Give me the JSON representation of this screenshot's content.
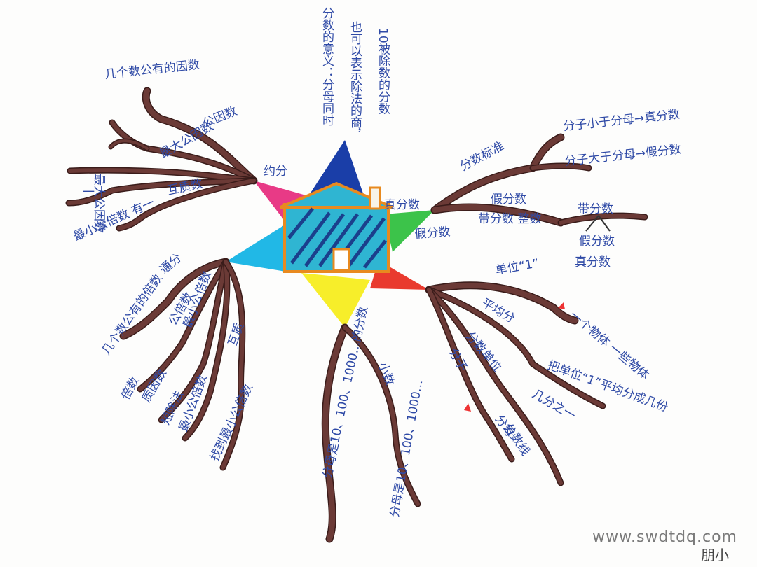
{
  "title_notes": [
    "分数的意义：分母同时",
    "也可以表示除法的商，",
    "10被除数的分数"
  ],
  "branches": {
    "yuefen": {
      "label": "约分",
      "leaves": [
        "几个数公有的因数",
        "公因数",
        "最大公因数",
        "互质数",
        "最大公因数",
        "最小公倍数 有一",
        "一"
      ]
    },
    "zhenfenshu": {
      "label": "真分数",
      "sub": "分数标准",
      "leaves": [
        "分子小于分母→真分数",
        "分子大于分母→假分数"
      ]
    },
    "jiafenshu": {
      "label": "假分数",
      "leaves": [
        "假分数",
        "带分数 整数",
        "带分数",
        "假分数",
        "真分数"
      ]
    },
    "tongfen": {
      "label": "通分",
      "leaves": [
        "几个数公有的倍数",
        "公倍数",
        "最小公倍数",
        "倍数",
        "质因数",
        "短除法",
        "最小公倍数",
        "互质",
        "找到最小公倍数"
      ]
    },
    "fenshuyixiaoshu": {
      "label": "小数",
      "leaves": [
        "分母是10、100、1000…的分数",
        "分母是10、100、1000…"
      ]
    },
    "danwei1": {
      "label": "单位“1”",
      "leaves": [
        "一个物体 一些物体",
        "平均分",
        "把单位“1”平均分成几份",
        "几分之一",
        "分数单位",
        "分子",
        "分母",
        "分数线"
      ]
    }
  },
  "watermark": "www.swdtdq.com",
  "signature": "朋小"
}
